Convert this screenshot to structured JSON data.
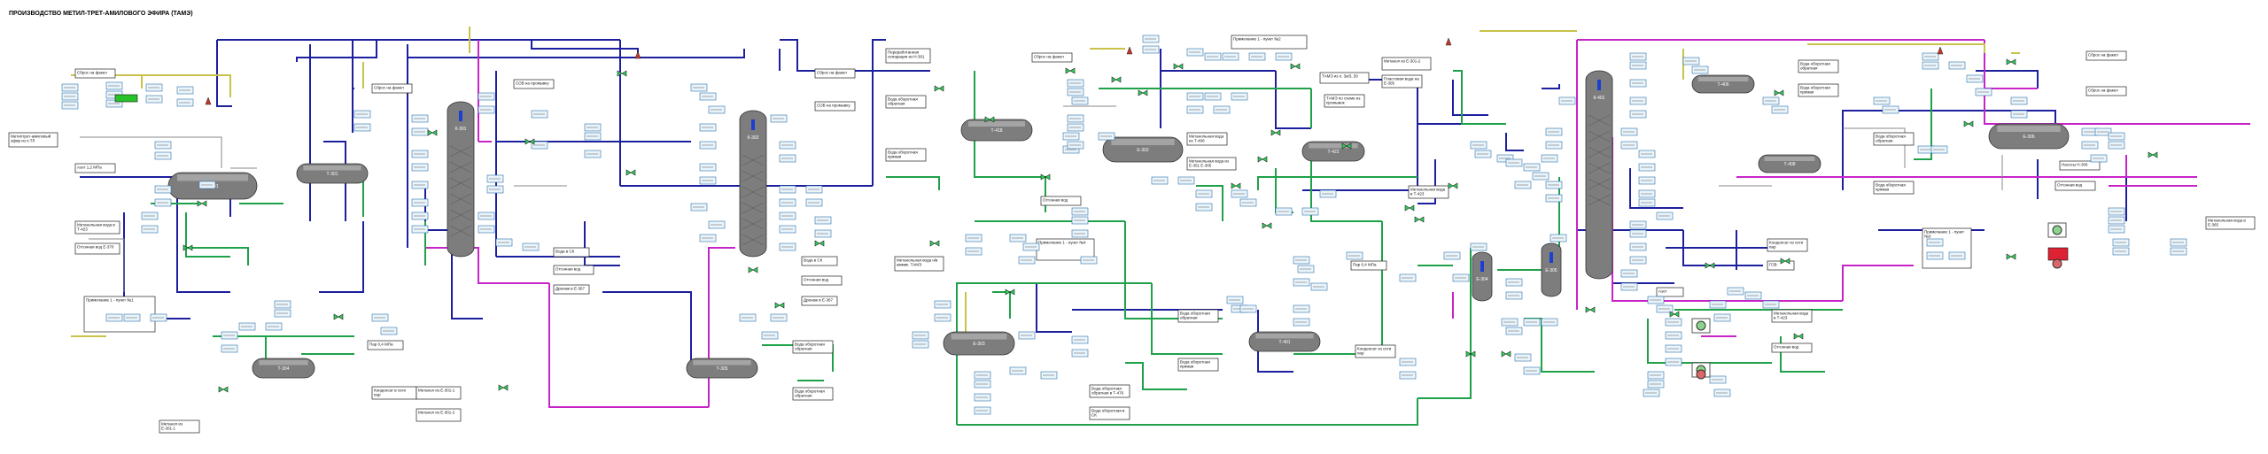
{
  "title": "ПРОИЗВОДСТВО МЕТИЛ-ТРЕТ-АМИЛОВОГО ЭФИРА (ТАМЭ)",
  "colors": {
    "blue": "#1c1f9e",
    "green": "#1fa14a",
    "magenta": "#c724c7",
    "yellow": "#c8c24a",
    "gray": "#8a8a8a",
    "vessel": "#7d7d7d",
    "valve_red": "#c0392b",
    "ok_green": "#27c227"
  },
  "vessels": [
    {
      "id": "v_E301",
      "label": "Е-301"
    },
    {
      "id": "v_T301",
      "label": "Т-301"
    },
    {
      "id": "v_K301",
      "label": "К-301"
    },
    {
      "id": "v_K302",
      "label": "К-302"
    },
    {
      "id": "v_T304",
      "label": "Т-304"
    },
    {
      "id": "v_T305",
      "label": "Т-305"
    },
    {
      "id": "v_T418",
      "label": "Т-418"
    },
    {
      "id": "v_E302",
      "label": "Е-302"
    },
    {
      "id": "v_T422",
      "label": "Т-422"
    },
    {
      "id": "v_E303",
      "label": "Е-303"
    },
    {
      "id": "v_T401",
      "label": "Т-401"
    },
    {
      "id": "v_K401",
      "label": "К-401"
    },
    {
      "id": "v_E304",
      "label": "Е-304"
    },
    {
      "id": "v_E305",
      "label": "Е-305"
    },
    {
      "id": "v_T406",
      "label": "Т-406"
    },
    {
      "id": "v_T408",
      "label": "Т-408"
    },
    {
      "id": "v_E306",
      "label": "Е-306"
    }
  ],
  "boxes": [
    {
      "id": "b1",
      "text": "Сброс на факел"
    },
    {
      "id": "b2",
      "text": "Метилтрет-амиловый эфир из п.ТЛ"
    },
    {
      "id": "b3",
      "text": "Азот 1,2 МПа"
    },
    {
      "id": "b4",
      "text": "Метанольная вода в Т-423"
    },
    {
      "id": "b5",
      "text": "Отгонная вод Е-370"
    },
    {
      "id": "b6",
      "text": "Сброс на факел"
    },
    {
      "id": "b7",
      "text": "СОВ на промывку"
    },
    {
      "id": "b8",
      "text": "Сброс на факел"
    },
    {
      "id": "b9",
      "text": "СОВ на промывку"
    },
    {
      "id": "b10",
      "text": "Вода в СК"
    },
    {
      "id": "b11",
      "text": "Отгонная вод Е-370"
    },
    {
      "id": "b12",
      "text": "Дренаж в Е-367"
    },
    {
      "id": "b13",
      "text": "Вода в СК"
    },
    {
      "id": "b14",
      "text": "Отгонная вод Е-370"
    },
    {
      "id": "b15",
      "text": "Дренаж в Е-367"
    },
    {
      "id": "b16",
      "text": "Примечание 1 - пункт №1"
    },
    {
      "id": "b17",
      "text": "Пар 0,4 МПа"
    },
    {
      "id": "b18",
      "text": "Конденсат в сети пар"
    },
    {
      "id": "b19",
      "text": "Метанол из Е-301-1"
    },
    {
      "id": "b20",
      "text": "Метанол из Е-301-2"
    },
    {
      "id": "b21",
      "text": "Метанол из Е-301-1"
    },
    {
      "id": "b22",
      "text": "Вода оборотная обратная"
    },
    {
      "id": "b23",
      "text": "Вода оборотная обратная"
    },
    {
      "id": "b24",
      "text": "Переработанная сепарация из Н-301"
    },
    {
      "id": "b25",
      "text": "Вода оборотная обратная"
    },
    {
      "id": "b26",
      "text": "Вода оборотная прямая"
    },
    {
      "id": "b27",
      "text": "Сброс на факел"
    },
    {
      "id": "b28",
      "text": "Примечание 1 - пункт №2"
    },
    {
      "id": "b29",
      "text": "ТАМЭ из п. 3а/3, 50"
    },
    {
      "id": "b30",
      "text": "ТАМЭ по схеме из промывок"
    },
    {
      "id": "b31",
      "text": "Метанольная вода из Т-406"
    },
    {
      "id": "b32",
      "text": "Метанольная вода из Е-301 Е-305"
    },
    {
      "id": "b33",
      "text": "Отгонная вод Е-370"
    },
    {
      "id": "b34",
      "text": "Метанольная вода н/в аммик. ТАМЭ"
    },
    {
      "id": "b35",
      "text": "Примечание 1 - пункт №4"
    },
    {
      "id": "b36",
      "text": "Вода оборотная обратная"
    },
    {
      "id": "b37",
      "text": "Вода оборотная прямая"
    },
    {
      "id": "b38",
      "text": "Вода оборотная обратная в Т-476"
    },
    {
      "id": "b39",
      "text": "Вода оборотная в СК"
    },
    {
      "id": "b40",
      "text": "Метанол из Е-301-2"
    },
    {
      "id": "b41",
      "text": "Пластовая вода на Е-305"
    },
    {
      "id": "b42",
      "text": "Метанольная вода в Т-423"
    },
    {
      "id": "b43",
      "text": "Пар 0,4 МПа"
    },
    {
      "id": "b44",
      "text": "Конденсат из сети пар"
    },
    {
      "id": "b45",
      "text": "Азот"
    },
    {
      "id": "b46",
      "text": "Конденсат из сети пар"
    },
    {
      "id": "b47",
      "text": "ГОВ"
    },
    {
      "id": "b48",
      "text": "Метанольная вода в Т-423"
    },
    {
      "id": "b49",
      "text": "Отгонная вод Е-370"
    },
    {
      "id": "b50",
      "text": "Вода оборотная обратная"
    },
    {
      "id": "b51",
      "text": "Вода оборотная прямая"
    },
    {
      "id": "b52",
      "text": "Сброс на факел"
    },
    {
      "id": "b53",
      "text": "Сброс на факел"
    },
    {
      "id": "b54",
      "text": "Вода оборотная обратная"
    },
    {
      "id": "b55",
      "text": "Вода оборотная прямая"
    },
    {
      "id": "b56",
      "text": "Отгонная вод Е-370"
    },
    {
      "id": "b57",
      "text": "Насосы Н-306"
    },
    {
      "id": "b58",
      "text": "Примечание 1 - пункт №3"
    },
    {
      "id": "b59",
      "text": "Метанольная вода в Е-365"
    }
  ]
}
